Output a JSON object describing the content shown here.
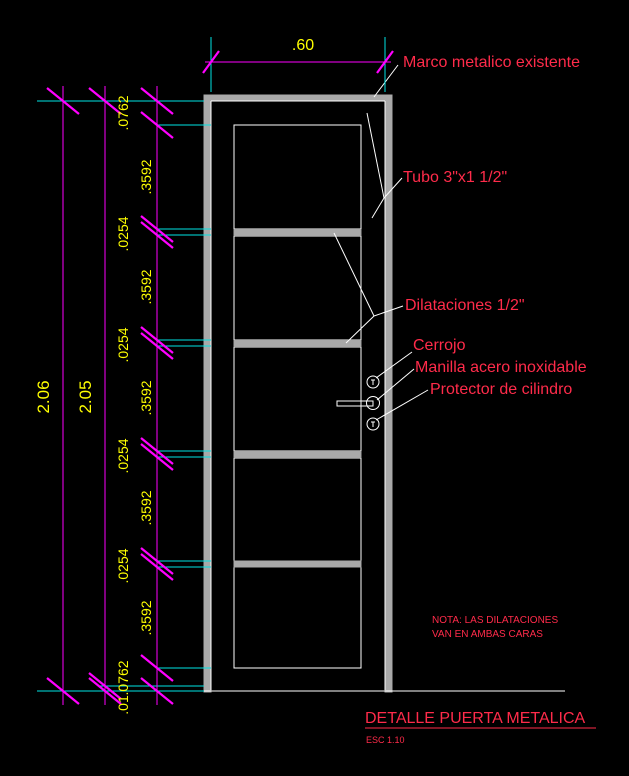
{
  "width_label": ".60",
  "callouts": {
    "marco": "Marco metalico existente",
    "tubo": "Tubo 3\"x1 1/2\"",
    "dilataciones": "Dilataciones 1/2\"",
    "cerrojo": "Cerrojo",
    "manilla": "Manilla acero inoxidable",
    "protector": "Protector de cilindro"
  },
  "overall_heights": {
    "outer": "2.06",
    "inner": "2.05"
  },
  "segment_dims": [
    ".0762",
    ".3592",
    ".0254",
    ".3592",
    ".0254",
    ".3592",
    ".0254",
    ".3592",
    ".0254",
    ".3592",
    ".0762",
    ".01"
  ],
  "note": {
    "line1": "NOTA: LAS DILATACIONES",
    "line2": "VAN EN AMBAS CARAS"
  },
  "title": "DETALLE PUERTA METALICA",
  "scale": "ESC 1.10",
  "colors": {
    "background": "#000000",
    "text_red": "#ff2b4a",
    "dimension_text": "#ffff00",
    "dimension_lines": "#ff00ff",
    "extension_lines": "#00e5e5",
    "frame": "#a9a9a9"
  }
}
